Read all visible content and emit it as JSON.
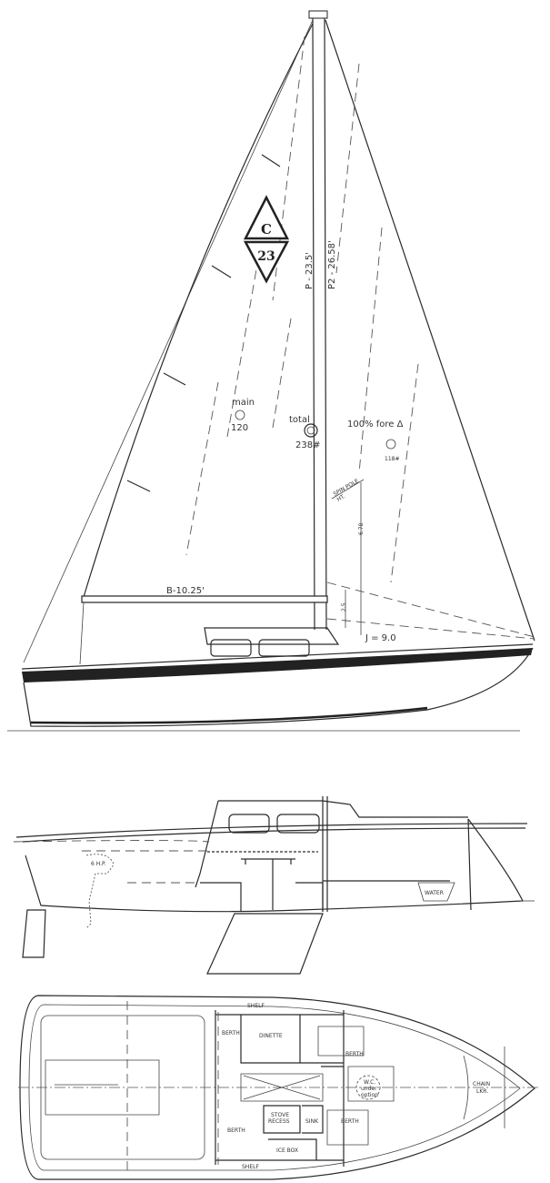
{
  "sail_plan": {
    "logo": {
      "top": "C",
      "bottom": "23"
    },
    "p_label": "P - 23.5'",
    "p2_label": "P2 - 26.58'",
    "main_label": "main",
    "main_value": "120",
    "total_label": "total",
    "total_value": "238#",
    "fore_label": "100% fore Δ",
    "fore_value": "118#",
    "boom_label": "B-10.25'",
    "j_label": "J = 9.0",
    "spin_pole_label": "SPIN POLE",
    "spin_pole_label2": "HT.",
    "spin_pole_value": "6.78",
    "small_dim": "2.5"
  },
  "profile": {
    "motor_label": "6 H.P.",
    "water_label": "WATER"
  },
  "plan_view": {
    "shelf_top": "SHELF",
    "shelf_bottom": "SHELF",
    "berth_1": "BERTH",
    "dinette": "DINETTE",
    "berth_2": "BERTH",
    "wc_1": "W.C.",
    "wc_2": "under",
    "wc_3": "option",
    "chain_1": "CHAIN",
    "chain_2": "LKR.",
    "stove_1": "STOVE",
    "stove_2": "RECESS",
    "sink": "SINK",
    "berth_3": "BERTH",
    "berth_4": "BERTH",
    "ice_box": "ICE BOX"
  }
}
